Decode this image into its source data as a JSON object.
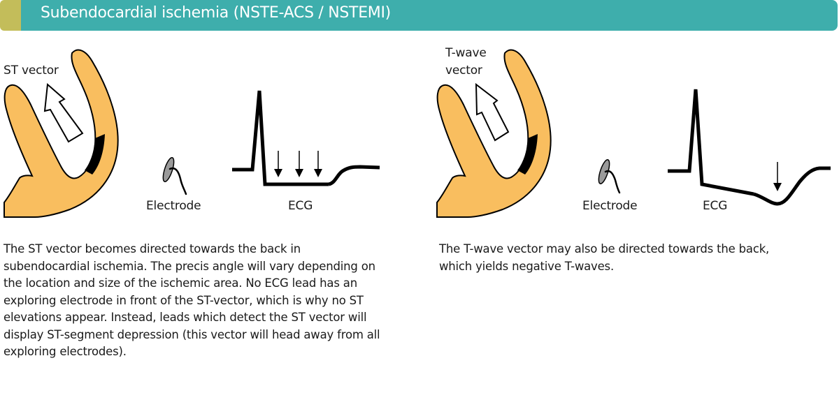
{
  "header": {
    "title": "Subendocardial ischemia (NSTE-ACS / NSTEMI)",
    "accent_color": "#c3bd5a",
    "bar_color": "#3eaeac"
  },
  "colors": {
    "myocardium": "#f9be5f",
    "ischemic_zone": "#000000",
    "electrode": "#9a9a9a",
    "stroke": "#000000"
  },
  "panels": [
    {
      "vector_label": "ST vector",
      "electrode_label": "Electrode",
      "ecg_label": "ECG",
      "ecg_finding": "ST-segment depression",
      "caption": "The ST vector becomes directed towards the back in subendocardial ischemia. The precis angle will vary depending on the location and size of the ischemic area. No ECG lead has an exploring electrode in front of the ST-vector, which is why no ST elevations appear. Instead, leads which detect the ST vector will display ST-segment depression (this vector will head away from all exploring electrodes)."
    },
    {
      "vector_label_line1": "T-wave",
      "vector_label_line2": "vector",
      "electrode_label": "Electrode",
      "ecg_label": "ECG",
      "ecg_finding": "Negative T-wave",
      "caption": "The T-wave vector may also be directed towards the back, which yields negative T-waves."
    }
  ]
}
